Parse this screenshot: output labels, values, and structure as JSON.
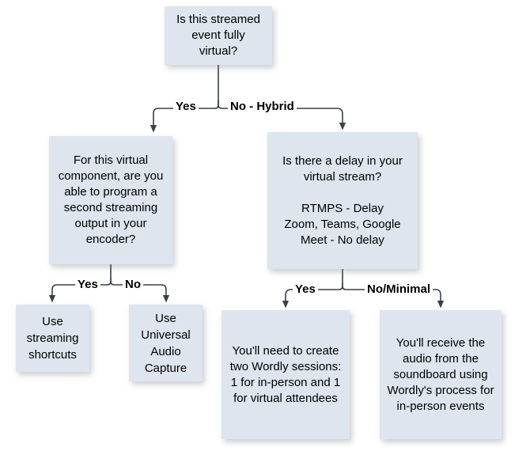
{
  "diagram": {
    "title": "Streamed event audio routing decision flowchart",
    "theme": {
      "node_fill": "#dee5ee",
      "node_text": "#000000",
      "edge_color": "#3a3f49",
      "background": "#ffffff"
    },
    "nodes": [
      {
        "id": "root",
        "type": "decision",
        "text": "Is this streamed event fully virtual?"
      },
      {
        "id": "virtual",
        "type": "decision",
        "text": "For this virtual component, are you able to program a second streaming output in your encoder?"
      },
      {
        "id": "delay",
        "type": "decision",
        "text": "Is there a delay in your virtual stream?\n\nRTMPS - Delay\nZoom, Teams, Google Meet - No delay"
      },
      {
        "id": "shortcuts",
        "type": "outcome",
        "text": "Use streaming shortcuts"
      },
      {
        "id": "uac",
        "type": "outcome",
        "text": "Use Universal Audio Capture"
      },
      {
        "id": "two-sessions",
        "type": "outcome",
        "text": "You'll need to create two Wordly sessions: 1 for in-person and 1 for virtual attendees"
      },
      {
        "id": "soundboard",
        "type": "outcome",
        "text": "You'll receive the audio from the soundboard using Wordly's process for in-person events"
      }
    ],
    "edge_labels": {
      "yes_top": "Yes",
      "no_hybrid": "No - Hybrid",
      "yes_left": "Yes",
      "no_left": "No",
      "yes_right": "Yes",
      "no_minimal": "No/Minimal"
    },
    "edges": [
      {
        "from": "root",
        "to": "virtual",
        "label": "Yes"
      },
      {
        "from": "root",
        "to": "delay",
        "label": "No - Hybrid"
      },
      {
        "from": "virtual",
        "to": "shortcuts",
        "label": "Yes"
      },
      {
        "from": "virtual",
        "to": "uac",
        "label": "No"
      },
      {
        "from": "delay",
        "to": "two-sessions",
        "label": "Yes"
      },
      {
        "from": "delay",
        "to": "soundboard",
        "label": "No/Minimal"
      }
    ]
  }
}
